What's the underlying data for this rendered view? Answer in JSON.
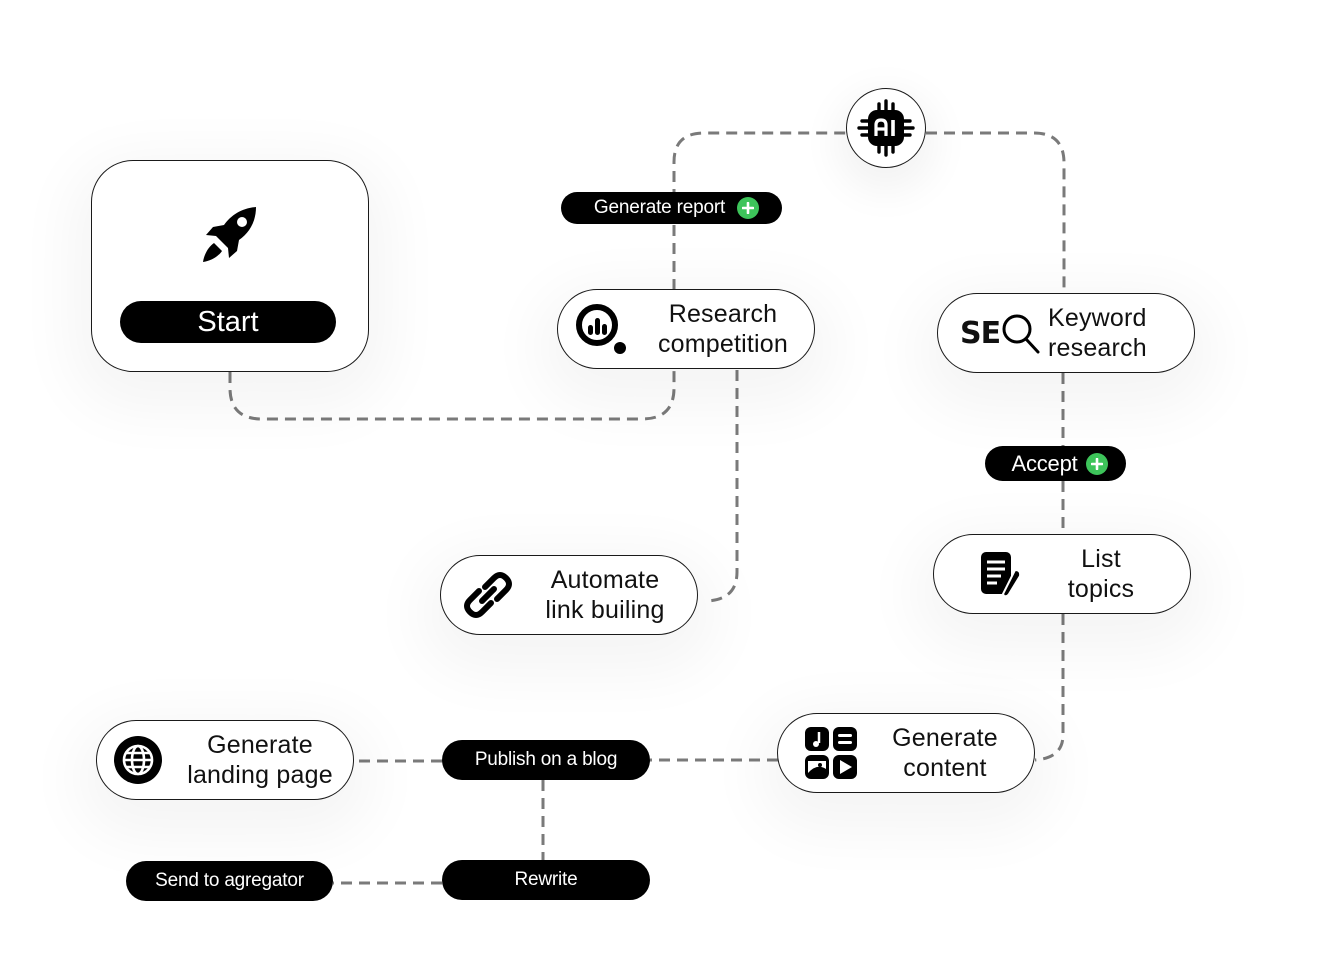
{
  "diagram": {
    "title": "",
    "colors": {
      "chip_bg": "#000000",
      "plus_badge": "#3dc45a",
      "connector": "#7a7a7a",
      "node_border": "#1a1a1a"
    }
  },
  "nodes": {
    "start": {
      "label": "Start",
      "icon": "rocket-icon"
    },
    "ai": {
      "icon": "ai-chip-icon"
    },
    "research_competition": {
      "line1": "Research",
      "line2": "competition",
      "icon": "magnifier-chart-icon"
    },
    "keyword_research": {
      "line1": "Keyword",
      "line2": "research",
      "icon": "seo-search-icon",
      "icon_text": "SE"
    },
    "link_building": {
      "line1": "Automate",
      "line2": "link builing",
      "icon": "chain-link-icon"
    },
    "list_topics": {
      "line1": "List",
      "line2": "topics",
      "icon": "document-pen-icon"
    },
    "generate_content": {
      "line1": "Generate",
      "line2": "content",
      "icon": "media-grid-icon"
    },
    "landing_page": {
      "line1": "Generate",
      "line2": "landing page",
      "icon": "globe-icon"
    }
  },
  "chips": {
    "generate_report": {
      "label": "Generate report",
      "badge": "plus-icon"
    },
    "accept": {
      "label": "Accept",
      "badge": "plus-icon"
    },
    "publish_blog": {
      "label": "Publish on a blog"
    },
    "rewrite": {
      "label": "Rewrite"
    },
    "send_aggregator": {
      "label": "Send to agregator"
    }
  },
  "edges": [
    {
      "from": "start",
      "to": "research_competition"
    },
    {
      "from": "research_competition",
      "to": "ai",
      "via": "generate_report"
    },
    {
      "from": "ai",
      "to": "keyword_research"
    },
    {
      "from": "research_competition",
      "to": "link_building"
    },
    {
      "from": "keyword_research",
      "to": "list_topics",
      "via": "accept"
    },
    {
      "from": "list_topics",
      "to": "generate_content"
    },
    {
      "from": "generate_content",
      "to": "publish_blog"
    },
    {
      "from": "publish_blog",
      "to": "landing_page"
    },
    {
      "from": "publish_blog",
      "to": "rewrite"
    },
    {
      "from": "rewrite",
      "to": "send_aggregator"
    }
  ]
}
